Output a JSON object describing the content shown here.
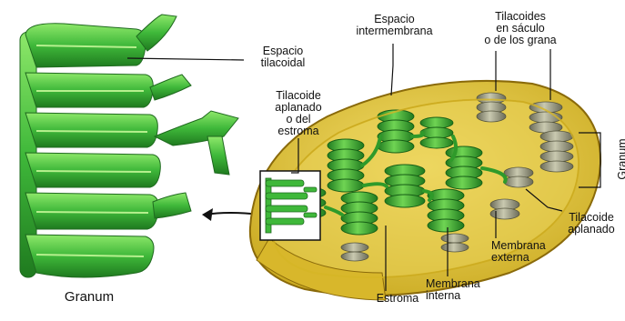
{
  "labels": {
    "espacio_tilacoidal": "Espacio\ntilacoidal",
    "tilacoide_aplanado_estroma": "Tilacoide\naplanado\no del\nestroma",
    "espacio_intermembrana": "Espacio\nintermembrana",
    "tilacoides_saculo": "Tilacoides\nen sáculo\no de los grana",
    "granum_vertical": "Granum",
    "tilacoide_aplanado": "Tilacoide\naplanado",
    "membrana_externa": "Membrana\nexterna",
    "membrana_interna": "Membrana\ninterna",
    "estroma": "Estroma",
    "granum_caption": "Granum"
  },
  "colors": {
    "envelope_fill": "#e6cc3a",
    "envelope_stroke": "#8a6a0a",
    "thylakoid_green": "#3fb83a",
    "thylakoid_dark": "#1f7a1f",
    "stack_grey": "#9a9a82"
  }
}
